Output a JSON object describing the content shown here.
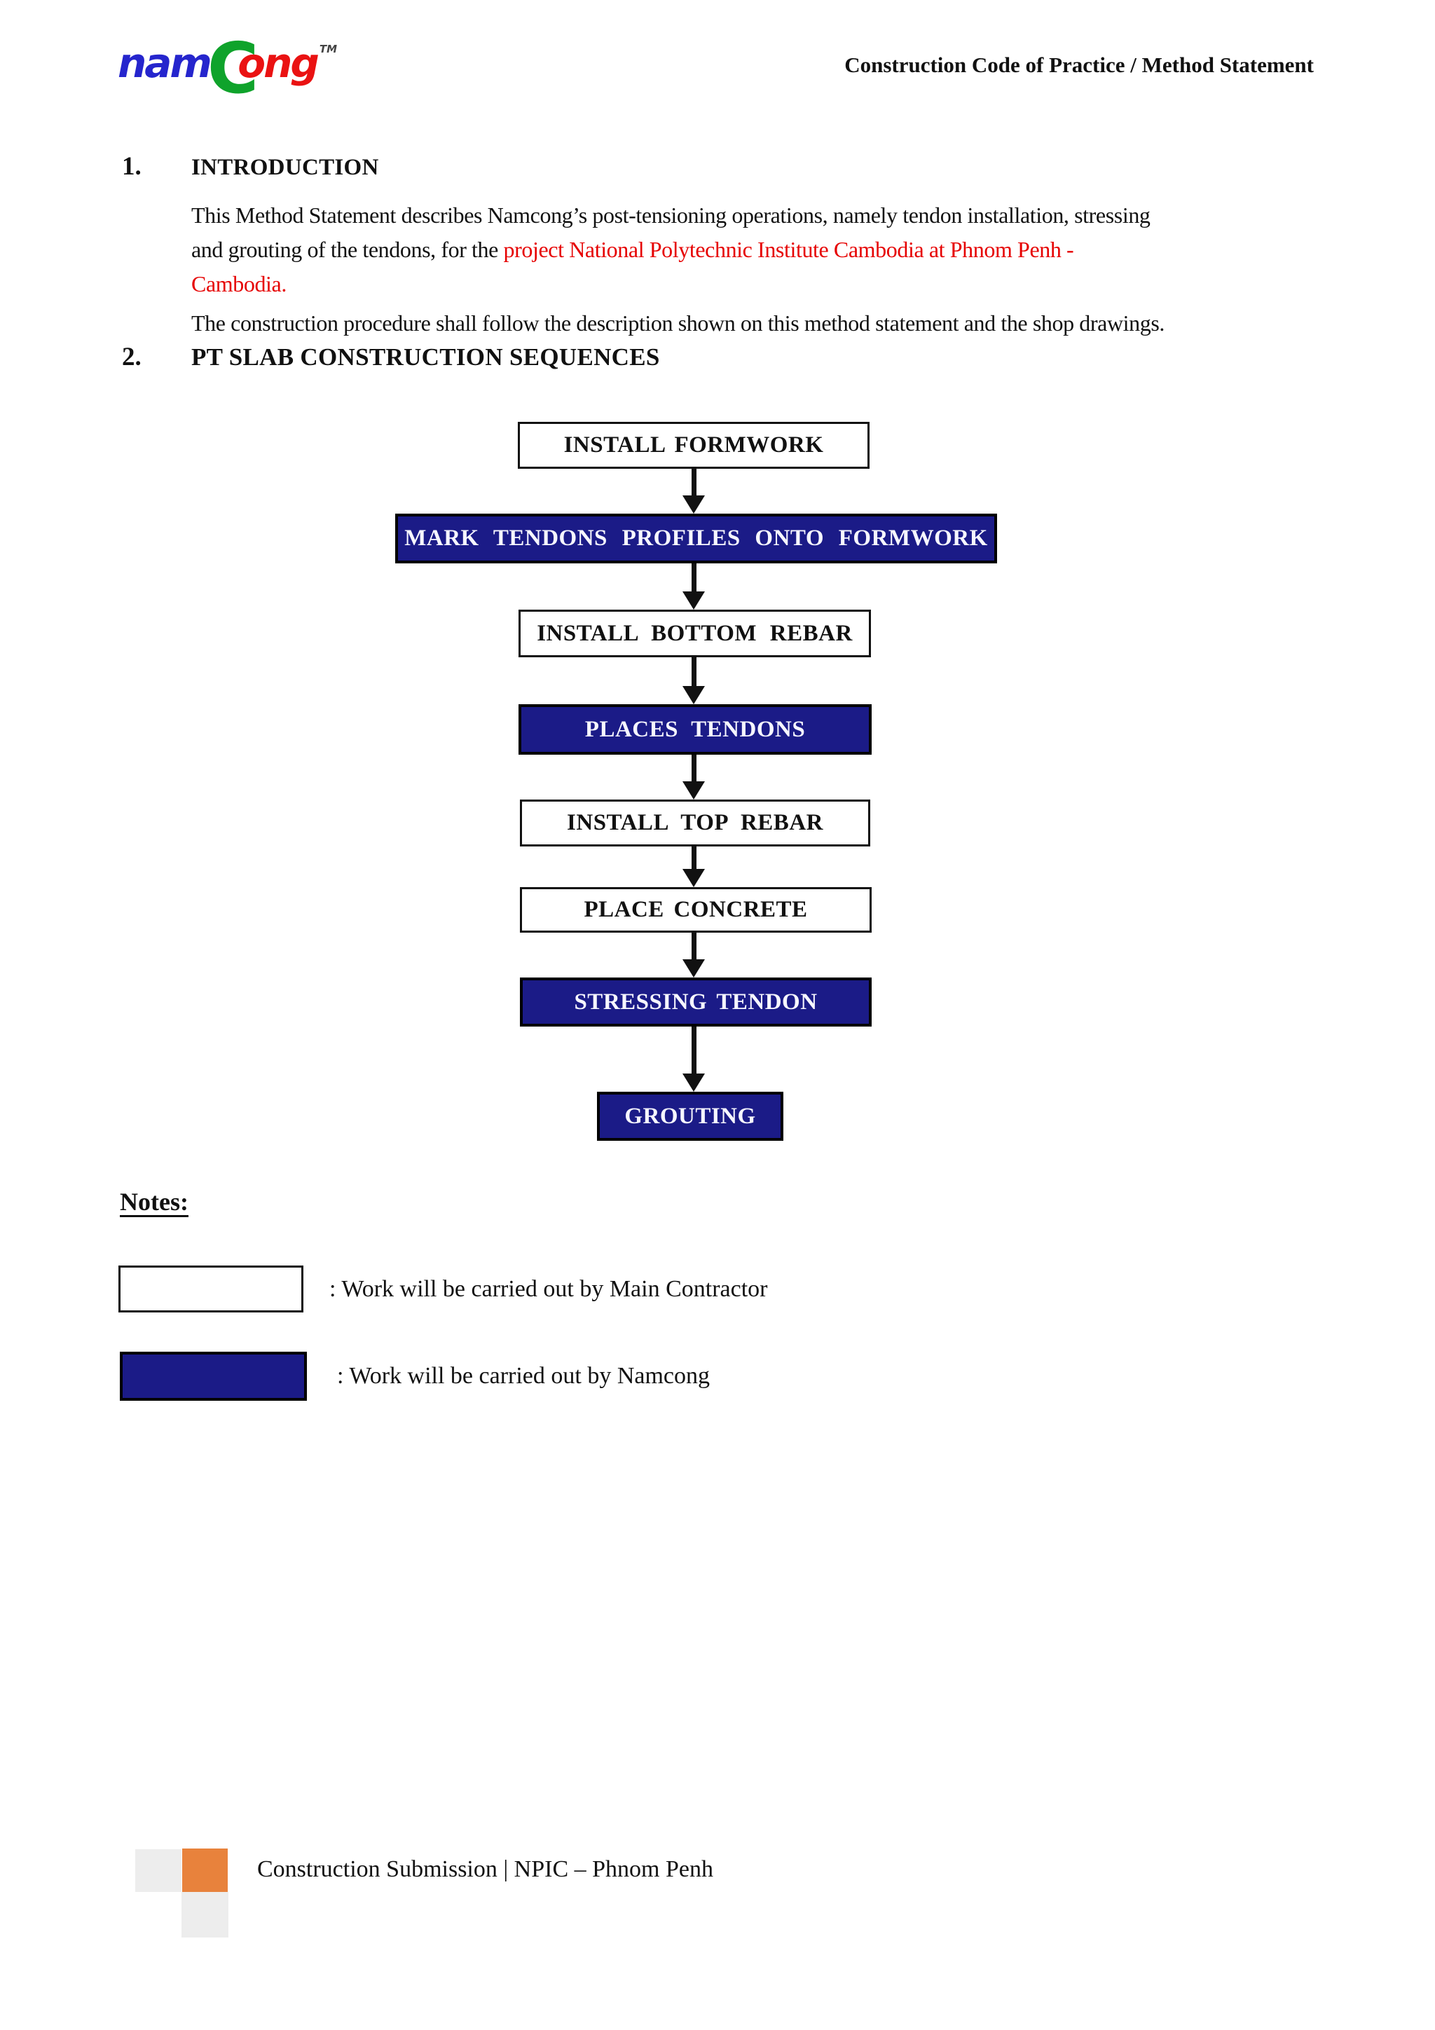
{
  "header": {
    "title": "Construction Code of Practice / Method Statement",
    "logo": {
      "nam": "nam",
      "c": "C",
      "ong": "ong",
      "tm": "TM"
    }
  },
  "intro": {
    "number": "1.",
    "heading": "INTRODUCTION",
    "p1_line1": "This Method Statement describes Namcong’s post-tensioning operations, namely tendon installation, stressing",
    "p1_line2_black": "and grouting of the tendons, for the ",
    "p1_line2_red": "project National Polytechnic Institute Cambodia at Phnom Penh -",
    "p1_line3_red": "Cambodia.",
    "p2": "The construction procedure shall follow the description shown on this method statement and the shop drawings."
  },
  "sequence": {
    "number": "2.",
    "heading": "PT SLAB CONSTRUCTION SEQUENCES",
    "steps": [
      {
        "label": "INSTALL FORMWORK",
        "owner": "main-contractor"
      },
      {
        "label": "MARK TENDONS PROFILES ONTO FORMWORK",
        "owner": "namcong"
      },
      {
        "label": "INSTALL BOTTOM REBAR",
        "owner": "main-contractor"
      },
      {
        "label": "PLACES TENDONS",
        "owner": "namcong"
      },
      {
        "label": "INSTALL TOP REBAR",
        "owner": "main-contractor"
      },
      {
        "label": "PLACE CONCRETE",
        "owner": "main-contractor"
      },
      {
        "label": "STRESSING TENDON",
        "owner": "namcong"
      },
      {
        "label": "GROUTING",
        "owner": "namcong"
      }
    ]
  },
  "notes": {
    "heading": "Notes:",
    "legend_contractor": ": Work will be carried out by Main Contractor",
    "legend_namcong": ": Work will be carried out by Namcong"
  },
  "footer": {
    "text": "Construction Submission | NPIC – Phnom Penh"
  },
  "colors": {
    "namcong_blue": "#1b1b87",
    "highlight_red": "#e60000",
    "logo_blue": "#2525cd",
    "logo_green": "#0fa32b",
    "logo_red": "#ea1212",
    "footer_orange": "#e8823c",
    "footer_gray": "#ededed"
  }
}
